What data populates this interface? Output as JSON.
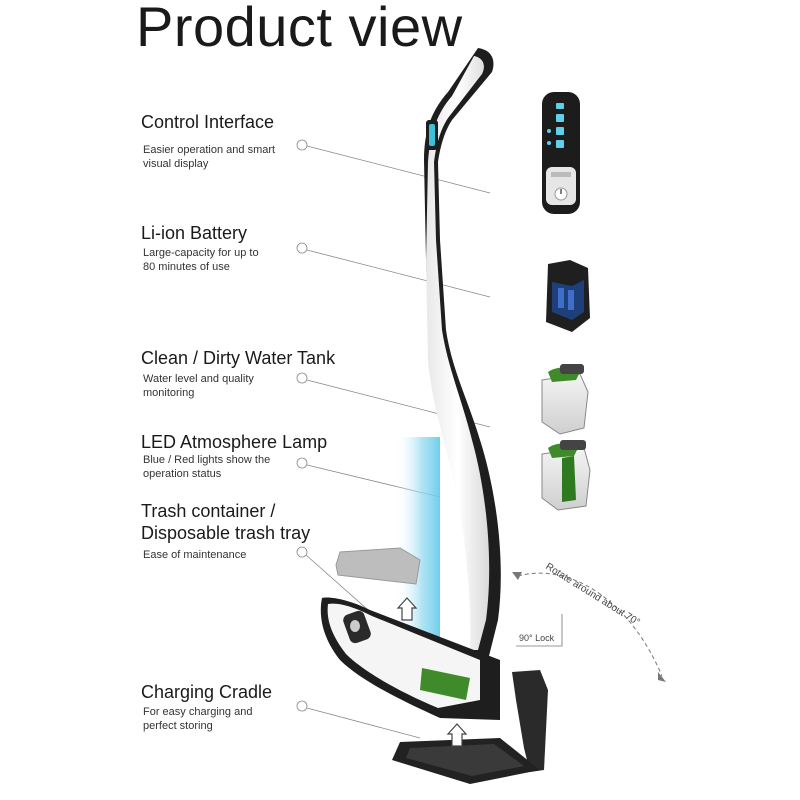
{
  "title": "Product view",
  "features": [
    {
      "title": "Control Interface",
      "desc1": "Easier operation and smart",
      "desc2": "visual display"
    },
    {
      "title": "Li-ion Battery",
      "desc1": "Large-capacity for up to",
      "desc2": "80 minutes of use"
    },
    {
      "title": "Clean / Dirty Water Tank",
      "desc1": "Water level and quality",
      "desc2": "monitoring"
    },
    {
      "title": "LED Atmosphere Lamp",
      "desc1": "Blue / Red lights show the",
      "desc2": "operation status"
    },
    {
      "title1": "Trash container /",
      "title2": "Disposable trash tray",
      "desc1": "Ease of maintenance"
    },
    {
      "title": "Charging Cradle",
      "desc1": "For easy charging and",
      "desc2": "perfect storing"
    }
  ],
  "annotations": {
    "rotate": "Rotate around about 70°",
    "lock": "90° Lock"
  },
  "colors": {
    "led_blue": "#5fc8e8",
    "tank_green": "#3f8a2a",
    "device_black": "#1e1e1e"
  }
}
